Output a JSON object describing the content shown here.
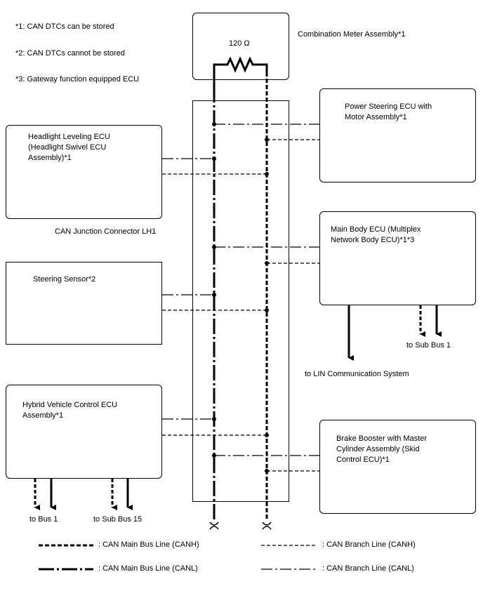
{
  "notes": {
    "n1": "*1: CAN DTCs can be stored",
    "n2": "*2: CAN DTCs cannot be stored",
    "n3": "*3: Gateway function equipped ECU"
  },
  "combination_meter": {
    "label": "Combination Meter Assembly*1",
    "resistor": "120 Ω"
  },
  "junction_connector": "CAN Junction Connector LH1",
  "left_ecus": {
    "headlight": "Headlight Leveling ECU\n(Headlight Swivel ECU\nAssembly)*1",
    "steering": "Steering Sensor*2",
    "hybrid": "Hybrid Vehicle Control ECU\nAssembly*1"
  },
  "right_ecus": {
    "power_steering": "Power Steering ECU with\nMotor Assembly*1",
    "main_body": "Main Body ECU (Multiplex\nNetwork Body ECU)*1*3",
    "brake_booster": "Brake Booster with Master\nCylinder Assembly (Skid\nControl ECU)*1"
  },
  "outputs": {
    "sub_bus_1": "to Sub Bus 1",
    "lin": "to LIN Communication System",
    "bus_1": "to Bus 1",
    "sub_bus_15": "to Sub Bus 15"
  },
  "legend": {
    "main_canh": ": CAN Main Bus Line (CANH)",
    "main_canl": ": CAN Main Bus Line (CANL)",
    "branch_canh": ": CAN Branch Line (CANH)",
    "branch_canl": ": CAN Branch Line (CANL)"
  }
}
